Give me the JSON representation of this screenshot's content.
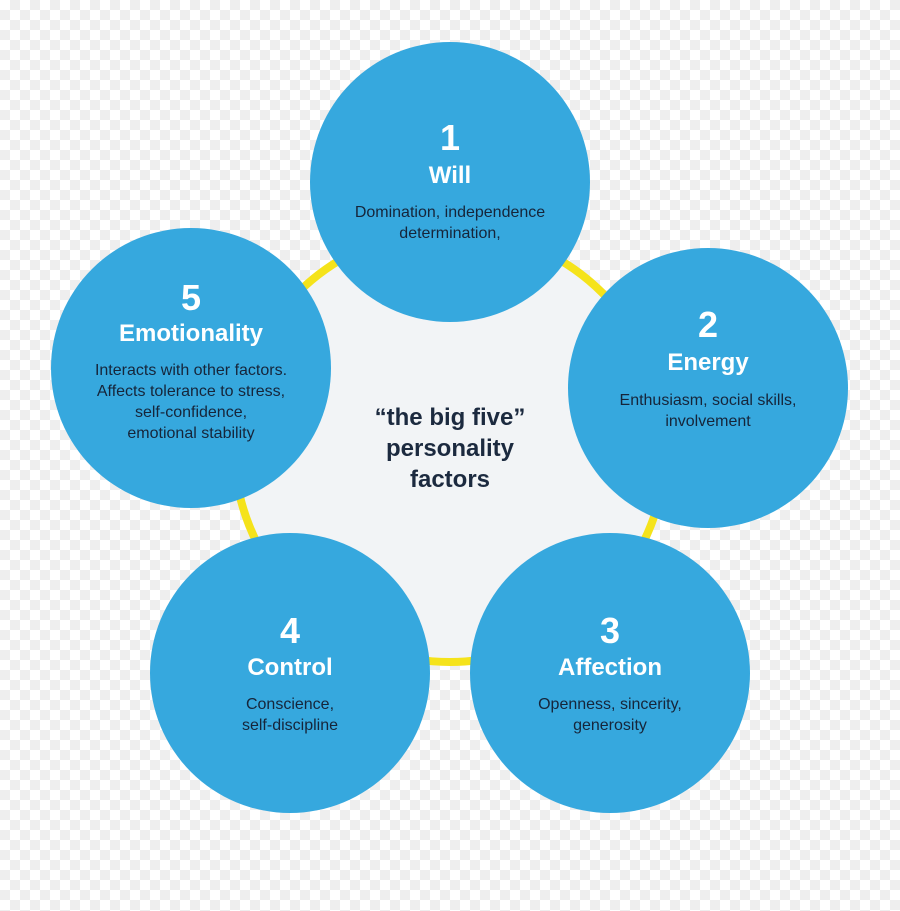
{
  "center": {
    "lines": [
      "“the big five”",
      "personality",
      "factors"
    ]
  },
  "factors": [
    {
      "number": "1",
      "name": "Will",
      "desc": [
        "Domination, independence",
        "determination,"
      ]
    },
    {
      "number": "2",
      "name": "Energy",
      "desc": [
        "Enthusiasm, social skills,",
        "involvement"
      ]
    },
    {
      "number": "3",
      "name": "Affection",
      "desc": [
        "Openness, sincerity,",
        "generosity"
      ]
    },
    {
      "number": "4",
      "name": "Control",
      "desc": [
        "Conscience,",
        "self-discipline"
      ]
    },
    {
      "number": "5",
      "name": "Emotionality",
      "desc": [
        "Interacts with other factors.",
        "Affects tolerance to stress,",
        "self-confidence,",
        "emotional stability"
      ]
    }
  ],
  "colors": {
    "circle": "#36a8de",
    "ring": "#f5e31b",
    "center_fill": "#f2f4f6",
    "dark_text": "#16253a"
  }
}
